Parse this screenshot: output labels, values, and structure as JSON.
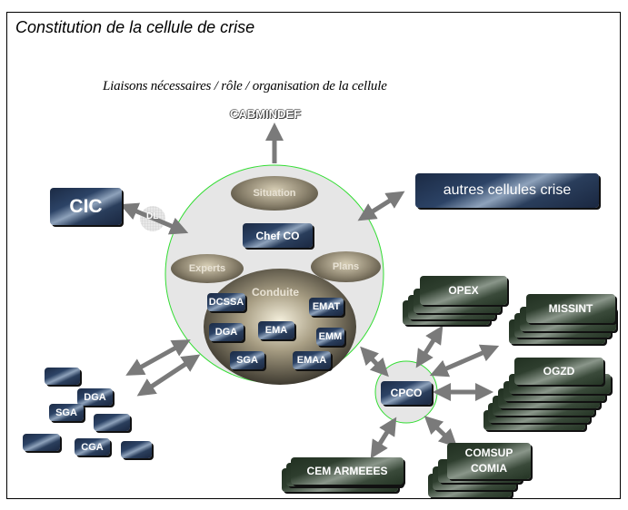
{
  "title": "Constitution de la cellule de crise",
  "subtitle": "Liaisons nécessaires / rôle / organisation de la cellule",
  "top_node": "CABMINDEF",
  "left_node": "CIC",
  "link_label": "DL",
  "right_node": "autres cellules crise",
  "cell": {
    "situation": "Situation",
    "chef": "Chef CO",
    "experts": "Experts",
    "plans": "Plans",
    "conduite": {
      "label": "Conduite",
      "members": [
        "DCSSA",
        "EMAT",
        "DGA",
        "EMA",
        "EMM",
        "SGA",
        "EMAA"
      ]
    }
  },
  "left_group": {
    "labeled": [
      "DGA",
      "SGA",
      "CGA"
    ],
    "unlabeled_count": 4
  },
  "cpco": {
    "label": "CPCO",
    "links": [
      "OPEX",
      "MISSINT",
      "OGZD",
      "COMSUP\nCOMIA",
      "CEM ARMEEES"
    ]
  },
  "colors": {
    "cell_border": "#33dd33",
    "cell_fill": "#e6e6e6",
    "arrow": "#7a7a7a",
    "node_blue": "#233654",
    "node_green": "#2e3e2e"
  }
}
